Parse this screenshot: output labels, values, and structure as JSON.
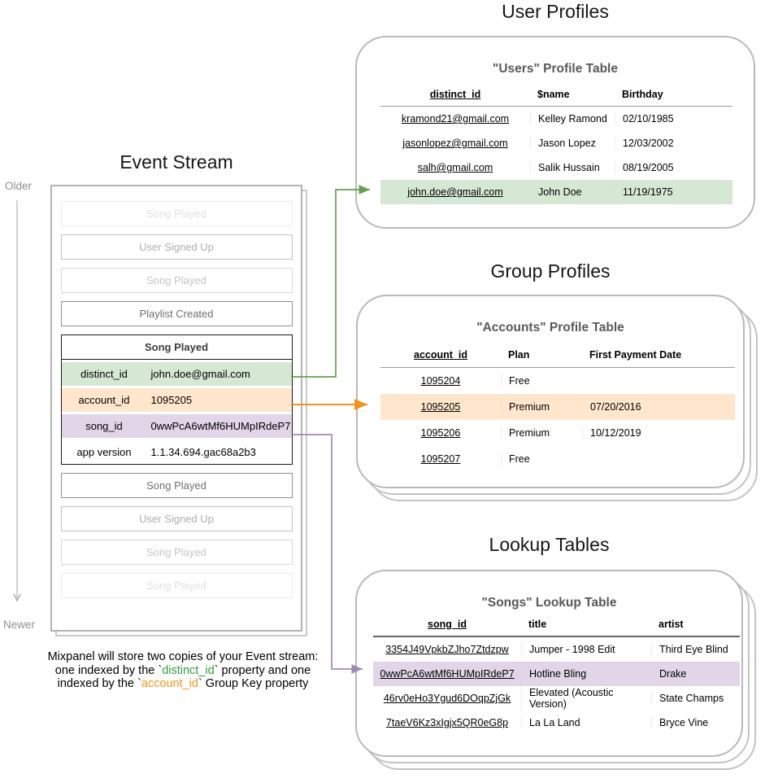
{
  "colors": {
    "green_fill": "#d5e8d4",
    "orange_fill": "#ffe6cc",
    "purple_fill": "#e1d5e7",
    "green_arrow": "#66a050",
    "orange_arrow": "#f0941f",
    "purple_arrow": "#9e8bb5",
    "caption_green": "#2e9e3f",
    "caption_orange": "#f7941d",
    "panel_border": "#b9b9b9"
  },
  "event_stream": {
    "title": "Event Stream",
    "older_label": "Older",
    "newer_label": "Newer",
    "events_before": [
      {
        "label": "Song Played"
      },
      {
        "label": "User Signed Up"
      },
      {
        "label": "Song Played"
      },
      {
        "label": "Playlist Created"
      }
    ],
    "detail_event": {
      "title": "Song Played",
      "properties": [
        {
          "key": "distinct_id",
          "value": "john.doe@gmail.com"
        },
        {
          "key": "account_id",
          "value": "1095205"
        },
        {
          "key": "song_id",
          "value": "0wwPcA6wtMf6HUMpIRdeP7"
        },
        {
          "key": "app version",
          "value": "1.1.34.694.gac68a2b3"
        }
      ]
    },
    "events_after": [
      {
        "label": "Song Played"
      },
      {
        "label": "User Signed Up"
      },
      {
        "label": "Song Played"
      },
      {
        "label": "Song Played"
      }
    ],
    "caption": {
      "line1": "Mixpanel will store two copies of your Event stream:",
      "line2_pre": "one indexed by the `",
      "line2_key": "distinct_id",
      "line2_post": "` property and one",
      "line3_pre": "indexed by the `",
      "line3_key": "account_id",
      "line3_post": "` Group Key property"
    }
  },
  "user_profiles": {
    "section_title": "User Profiles",
    "table_title": "\"Users\" Profile Table",
    "columns": {
      "c0": "distinct_id",
      "c1": "$name",
      "c2": "Birthday"
    },
    "rows": [
      {
        "id": "kramond21@gmail.com",
        "name": "Kelley Ramond",
        "birthday": "02/10/1985"
      },
      {
        "id": "jasonlopez@gmail.com",
        "name": "Jason Lopez",
        "birthday": "12/03/2002"
      },
      {
        "id": "salh@gmail.com",
        "name": "Salik Hussain",
        "birthday": "08/19/2005"
      },
      {
        "id": "john.doe@gmail.com",
        "name": "John Doe",
        "birthday": "11/19/1975"
      }
    ]
  },
  "group_profiles": {
    "section_title": "Group Profiles",
    "table_title": "\"Accounts\" Profile Table",
    "columns": {
      "c0": "account_id",
      "c1": "Plan",
      "c2": "First Payment Date"
    },
    "rows": [
      {
        "id": "1095204",
        "plan": "Free",
        "first_payment_date": ""
      },
      {
        "id": "1095205",
        "plan": "Premium",
        "first_payment_date": "07/20/2016"
      },
      {
        "id": "1095206",
        "plan": "Premium",
        "first_payment_date": "10/12/2019"
      },
      {
        "id": "1095207",
        "plan": "Free",
        "first_payment_date": ""
      }
    ]
  },
  "lookup_tables": {
    "section_title": "Lookup Tables",
    "table_title": "\"Songs\" Lookup Table",
    "columns": {
      "c0": "song_id",
      "c1": "title",
      "c2": "artist"
    },
    "rows": [
      {
        "id": "3354J49VpkbZJho7Ztdzpw",
        "title": "Jumper - 1998 Edit",
        "artist": "Third Eye Blind"
      },
      {
        "id": "0wwPcA6wtMf6HUMpIRdeP7",
        "title": "Hotline Bling",
        "artist": "Drake"
      },
      {
        "id": "46rv0eHo3Ygud6DOqpZjGk",
        "title": "Elevated (Acoustic Version)",
        "artist": "State Champs"
      },
      {
        "id": "7taeV6Kz3xIgjx5QR0eG8p",
        "title": "La La Land",
        "artist": "Bryce Vine"
      }
    ]
  }
}
